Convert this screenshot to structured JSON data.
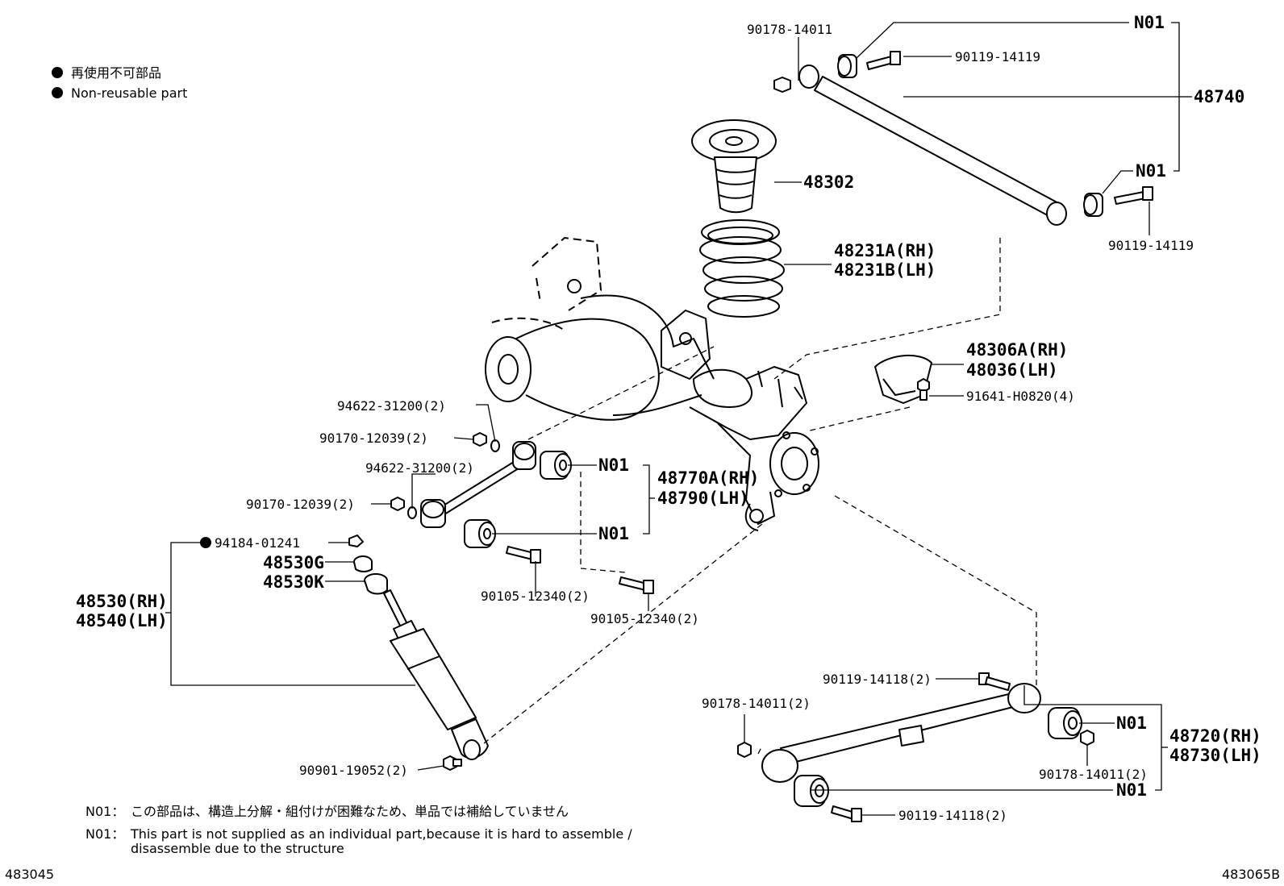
{
  "legend": {
    "jp": "再使用不可部品",
    "en": "Non-reusable part"
  },
  "labels": {
    "p90178_14011_top": "90178-14011",
    "n01_top": "N01",
    "p90119_14119_a": "90119-14119",
    "p48740": "48740",
    "n01_mid": "N01",
    "p90119_14119_b": "90119-14119",
    "p48302": "48302",
    "p48231a": "48231A(RH)",
    "p48231b": "48231B(LH)",
    "p48306a": "48306A(RH)",
    "p48036": "48036(LH)",
    "p91641": "91641-H0820(4)",
    "p94622_a": "94622-31200(2)",
    "p90170_a": "90170-12039(2)",
    "p94622_b": "94622-31200(2)",
    "p90170_b": "90170-12039(2)",
    "n01_lat_a": "N01",
    "n01_lat_b": "N01",
    "p48770a": "48770A(RH)",
    "p48790": "48790(LH)",
    "p90105_a": "90105-12340(2)",
    "p90105_b": "90105-12340(2)",
    "p94184": "94184-01241",
    "p48530g": "48530G",
    "p48530k": "48530K",
    "p48530": "48530(RH)",
    "p48540": "48540(LH)",
    "p90901": "90901-19052(2)",
    "p90119_14118_a": "90119-14118(2)",
    "p90178_14011_b": "90178-14011(2)",
    "n01_low_a": "N01",
    "p48720": "48720(RH)",
    "p48730": "48730(LH)",
    "p90178_14011_c": "90178-14011(2)",
    "n01_low_b": "N01",
    "p90119_14118_b": "90119-14118(2)"
  },
  "notes": {
    "n01_code_1": "N01：",
    "n01_jp": "この部品は、構造上分解・組付けが困難なため、単品では補給していません",
    "n01_code_2": "N01：",
    "n01_en_1": "This part is not supplied as an individual part,because it is hard to assemble /",
    "n01_en_2": "disassemble due to the structure"
  },
  "footer": {
    "left_code": "483045",
    "right_code": "483065B"
  },
  "icons": {
    "non_reusable_marker": "filled-circle"
  }
}
